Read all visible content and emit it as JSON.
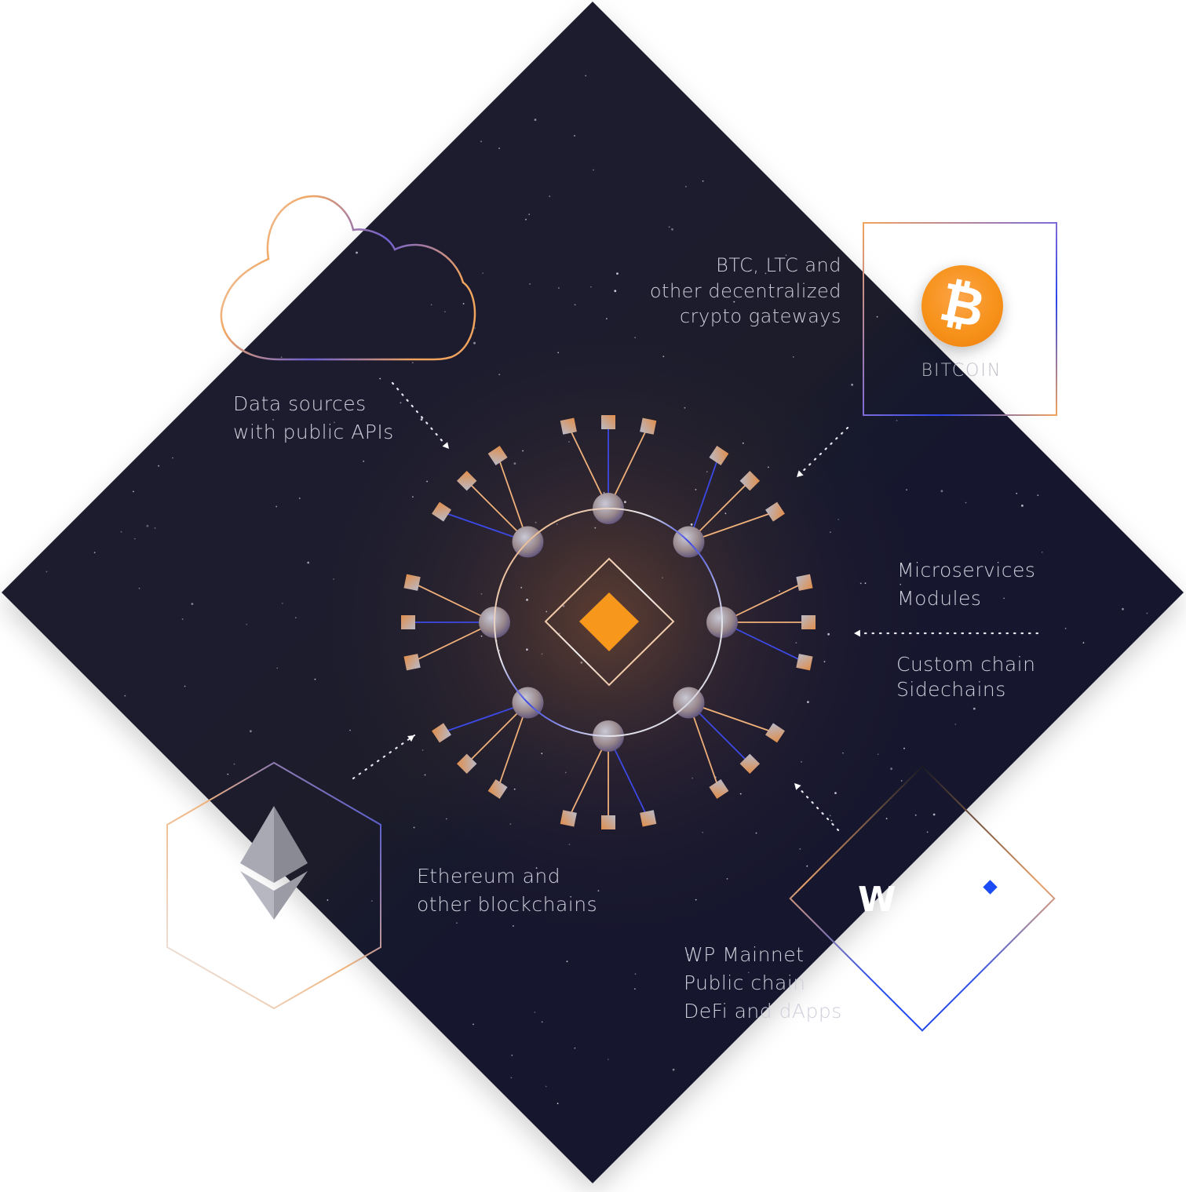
{
  "labels": {
    "data_sources": [
      "Data sources",
      "with public APIs"
    ],
    "crypto_gateways": [
      "BTC, LTC and",
      "other decentralized",
      "crypto gateways"
    ],
    "microservices": [
      "Microservices",
      "Modules"
    ],
    "custom_chain": [
      "Custom chain",
      "Sidechains"
    ],
    "ethereum": [
      "Ethereum and",
      "other blockchains"
    ],
    "wp_mainnet": [
      "WP Mainnet",
      "Public chain",
      "DeFi and dApps"
    ]
  },
  "bitcoin_card": {
    "symbol": "₿",
    "word": "BITCOIN"
  },
  "wp_card": {
    "logo_text": "W"
  },
  "colors": {
    "background_diamond": "#14142a",
    "accent_orange": "#f7981d",
    "accent_blue": "#2c45e8",
    "label_text": "#cfcfdb"
  },
  "icons": [
    "cloud-icon",
    "bitcoin-icon",
    "ethereum-icon",
    "wp-logo-icon"
  ]
}
